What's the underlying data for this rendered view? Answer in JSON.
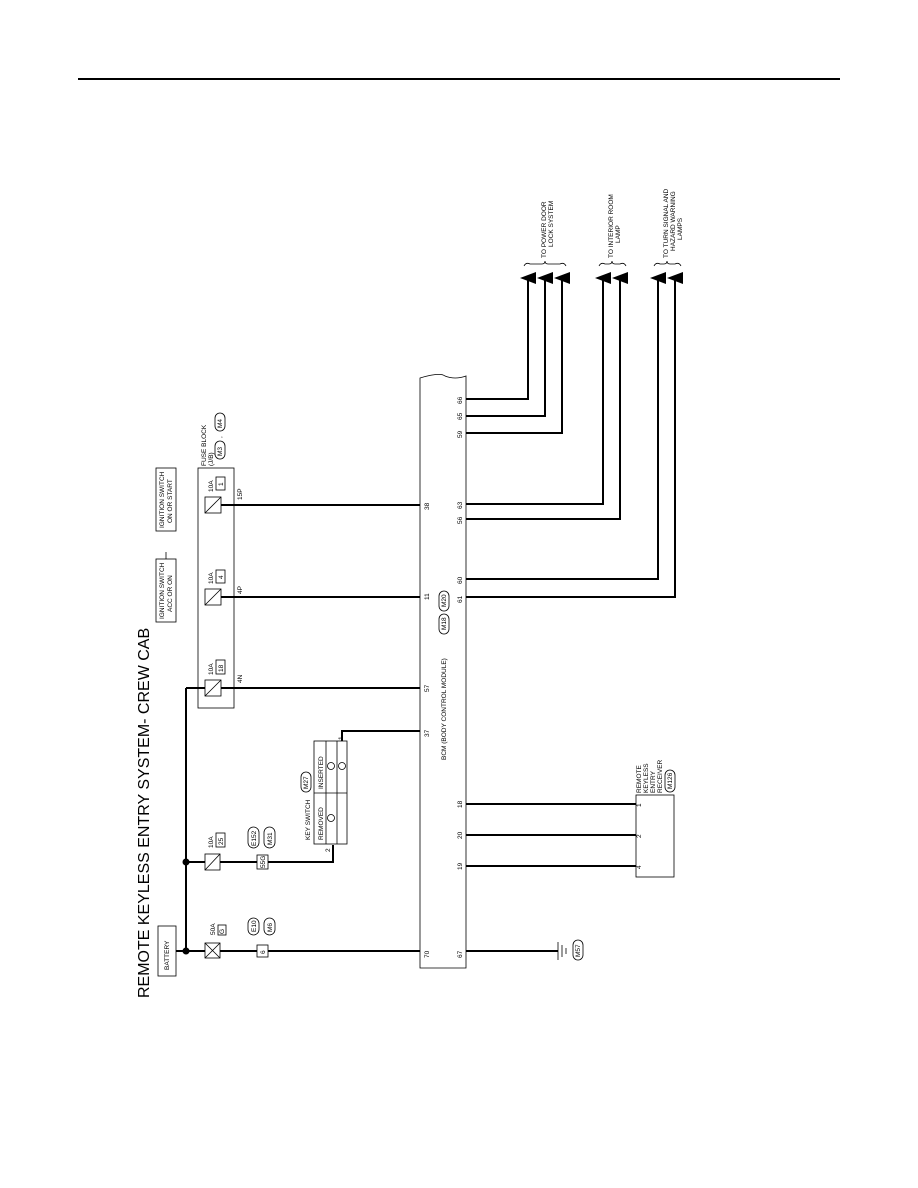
{
  "title": "REMOTE KEYLESS ENTRY SYSTEM- CREW CAB",
  "battery": {
    "label": "BATTERY"
  },
  "fuse_main": {
    "amp": "50A",
    "id": "G"
  },
  "fuse_key": {
    "amp": "10A",
    "id": "25"
  },
  "connectors": {
    "e10": "E10",
    "m6": "M6",
    "pin6": "6",
    "e152": "E152",
    "m31": "M31",
    "pin55g": "55G"
  },
  "ignition_acc": {
    "line1": "IGNITION SWITCH",
    "line2": "ACC OR ON"
  },
  "ignition_on": {
    "line1": "IGNITION SWITCH",
    "line2": "ON OR START"
  },
  "fuse_block": {
    "line1": "FUSE BLOCK",
    "line2": "(J/B)",
    "conn1": "M3",
    "sep": ",",
    "conn2": "M4",
    "fuses": [
      {
        "amp": "10A",
        "id": "18",
        "pin": "4N"
      },
      {
        "amp": "10A",
        "id": "4",
        "pin": "4P"
      },
      {
        "amp": "10A",
        "id": "1",
        "pin": "15P"
      }
    ]
  },
  "key_switch": {
    "label": "KEY SWITCH",
    "conn": "M27",
    "state1": "REMOVED",
    "state2": "INSERTED",
    "pin_a": "2",
    "pin_b": "1"
  },
  "bcm": {
    "label": "BCM (BODY CONTROL MODULE)",
    "conn1": "M18",
    "conn2": "M20",
    "left_pins": [
      "70",
      "19",
      "20",
      "18",
      "37",
      "57",
      "11",
      "38"
    ],
    "right_pins": [
      "67",
      "61",
      "60",
      "56",
      "63",
      "59",
      "65",
      "66"
    ]
  },
  "ground": {
    "conn": "M57"
  },
  "receiver": {
    "line1": "REMOTE",
    "line2": "KEYLESS",
    "line3": "ENTRY",
    "line4": "RECEIVER",
    "conn": "M126",
    "pins": [
      "4",
      "2",
      "1"
    ]
  },
  "destinations": [
    {
      "line1": "TO POWER DOOR",
      "line2": "LOCK SYSTEM",
      "line3": ""
    },
    {
      "line1": "TO INTERIOR ROOM",
      "line2": "LAMP",
      "line3": ""
    },
    {
      "line1": "TO TURN SIGNAL AND",
      "line2": "HAZARD WARNING",
      "line3": "LAMPS"
    }
  ]
}
